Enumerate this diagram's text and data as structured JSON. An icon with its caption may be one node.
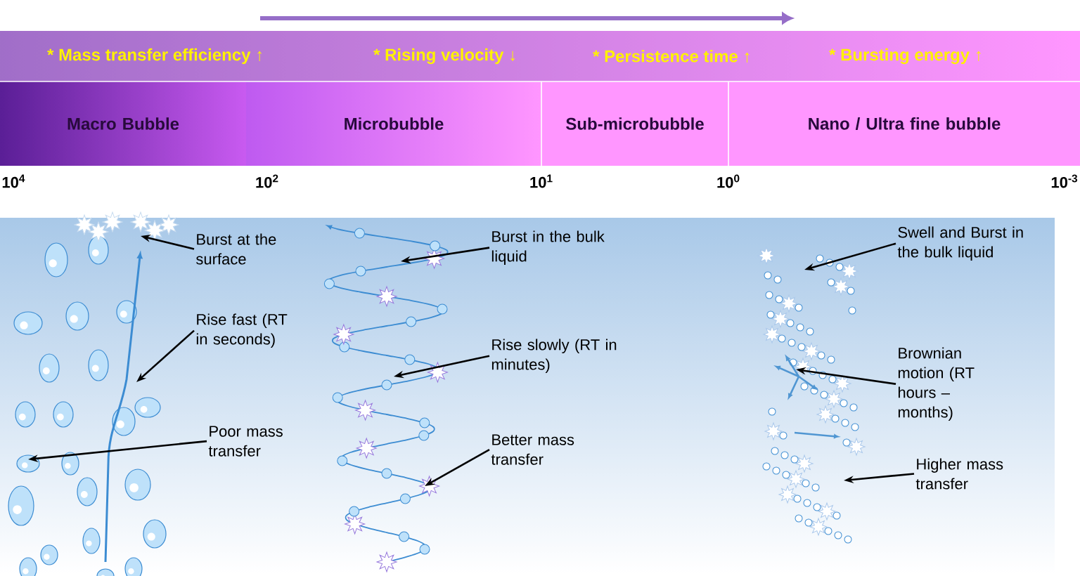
{
  "diagram": {
    "nodes": [
      {
        "text": [
          "* Mass transfer efficiency ↑",
          "* Rising velocity ↓",
          "* Persistence time ↑",
          "* Bursting energy ↑"
        ]
      },
      {
        "text": [
          "Macro Bubble"
        ]
      },
      {
        "text": [
          "Microbubble"
        ]
      },
      {
        "text": [
          "Sub-microbubble"
        ]
      },
      {
        "text": [
          "Nano / Ultra fine bubble"
        ]
      },
      {
        "text": [
          "Burst at the surface"
        ]
      },
      {
        "text": [
          "Rise fast (RT in seconds)"
        ]
      },
      {
        "text": [
          "Poor mass transfer"
        ]
      },
      {
        "text": [
          "Burst in the bulk liquid"
        ]
      },
      {
        "text": [
          "Rise slowly (RT in minutes)"
        ]
      },
      {
        "text": [
          "Better mass transfer"
        ]
      },
      {
        "text": [
          "Swell and Burst in the bulk liquid"
        ]
      },
      {
        "text": [
          "Brownian motion (RT hours – months)"
        ]
      },
      {
        "text": [
          "Higher mass transfer"
        ]
      }
    ],
    "edges": [
      {
        "from": 5,
        "to": null,
        "arrow": "to"
      },
      {
        "from": 6,
        "to": null,
        "arrow": "to"
      },
      {
        "from": 7,
        "to": null,
        "arrow": "to"
      },
      {
        "from": 8,
        "to": null,
        "arrow": "to"
      },
      {
        "from": 9,
        "to": null,
        "arrow": "to"
      },
      {
        "from": 10,
        "to": null,
        "arrow": "to"
      },
      {
        "from": 11,
        "to": null,
        "arrow": "to"
      },
      {
        "from": 12,
        "to": null,
        "arrow": "to"
      },
      {
        "from": 13,
        "to": null,
        "arrow": "to"
      }
    ],
    "labels": [
      "10$^{4}$",
      "10$^{2}$",
      "10$^{1}$",
      "10$^{0}$",
      "10$^{-3}$"
    ]
  }
}
